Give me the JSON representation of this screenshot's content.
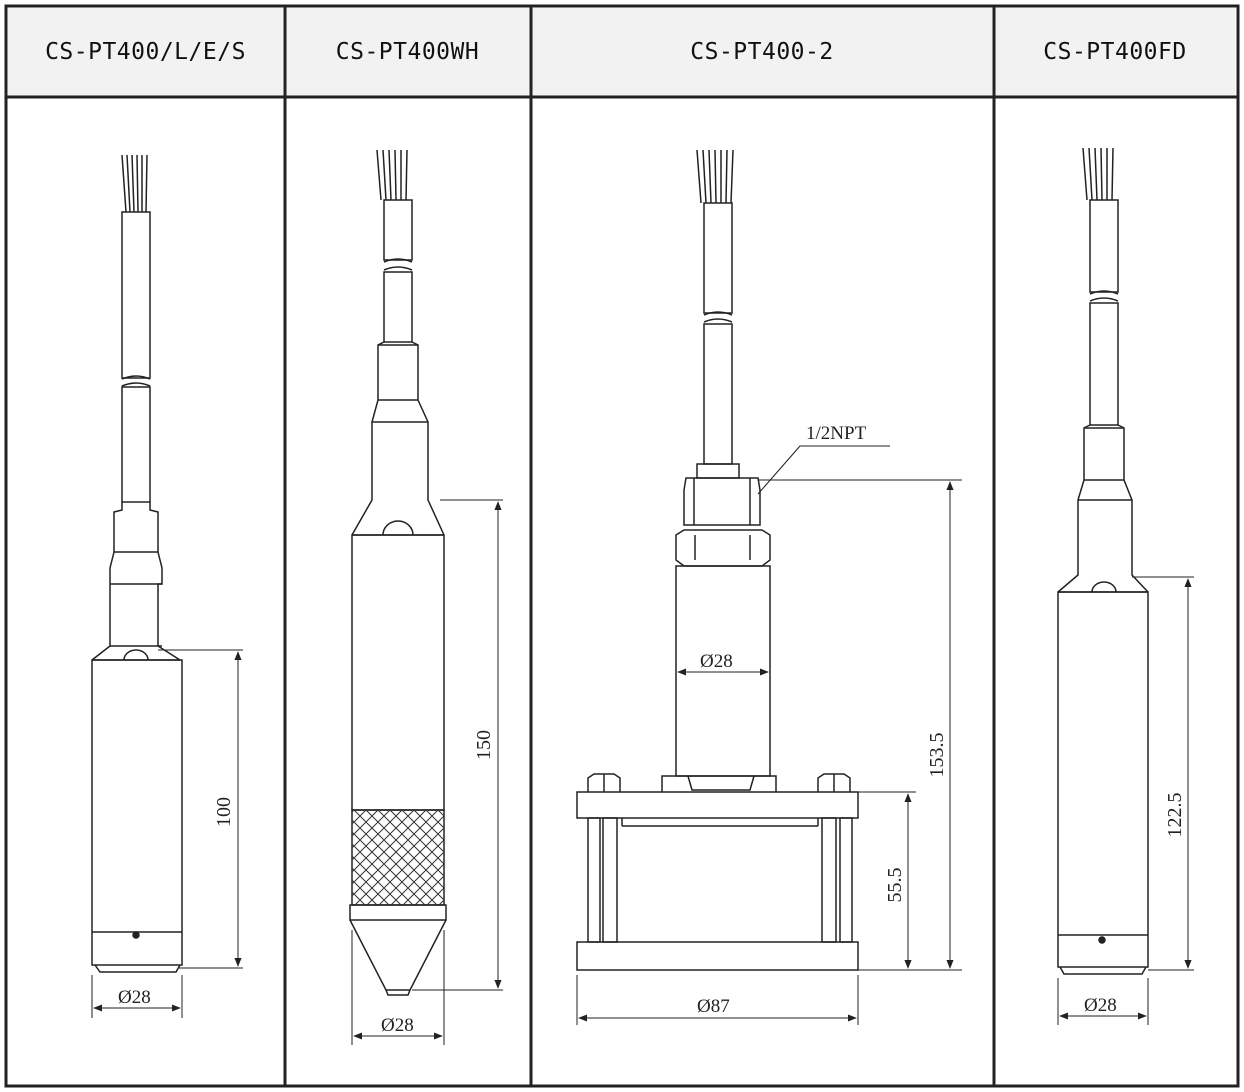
{
  "columns": [
    {
      "model": "CS-PT400/L/E/S",
      "dims": {
        "diameter": "Ø28",
        "height": "100"
      }
    },
    {
      "model": "CS-PT400WH",
      "dims": {
        "diameter": "Ø28",
        "height": "150"
      }
    },
    {
      "model": "CS-PT400-2",
      "dims": {
        "diameter": "Ø28",
        "base_diameter": "Ø87",
        "height": "153.5",
        "base_height": "55.5",
        "thread": "1/2NPT"
      }
    },
    {
      "model": "CS-PT400FD",
      "dims": {
        "diameter": "Ø28",
        "height": "122.5"
      }
    }
  ]
}
